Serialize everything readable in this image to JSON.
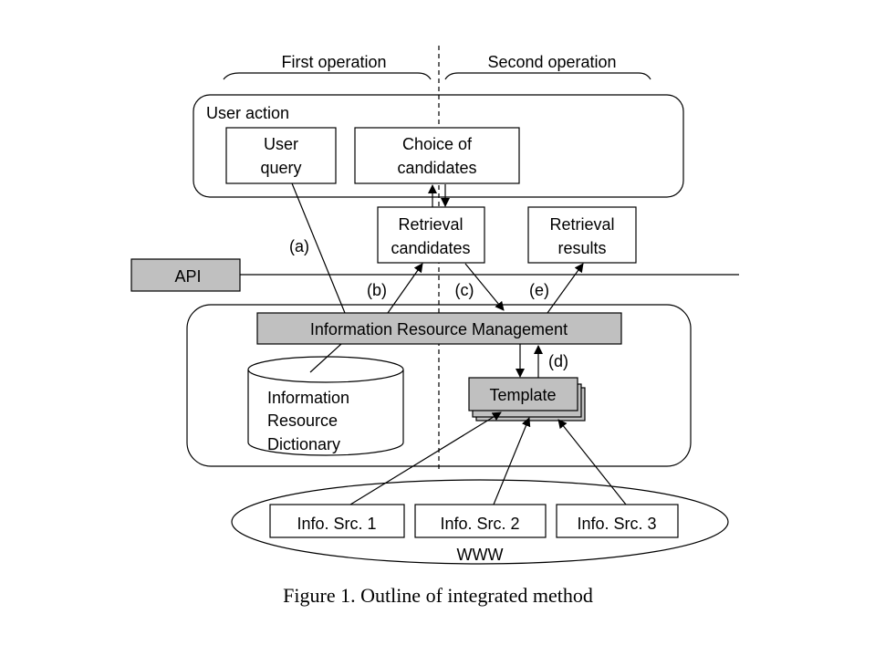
{
  "diagram": {
    "phases": {
      "first": "First operation",
      "second": "Second operation"
    },
    "user_action": {
      "label": "User action",
      "user_query": [
        "User",
        "query"
      ],
      "choice": [
        "Choice of",
        "candidates"
      ]
    },
    "retrieval_candidates": [
      "Retrieval",
      "candidates"
    ],
    "retrieval_results": [
      "Retrieval",
      "results"
    ],
    "api": "API",
    "edge_labels": {
      "a": "(a)",
      "b": "(b)",
      "c": "(c)",
      "d": "(d)",
      "e": "(e)"
    },
    "irm": "Information Resource Management",
    "dictionary": [
      "Information",
      "Resource",
      "Dictionary"
    ],
    "template": "Template",
    "sources": [
      "Info. Src. 1",
      "Info. Src. 2",
      "Info. Src. 3"
    ],
    "www": "WWW",
    "caption": "Figure 1. Outline of integrated method"
  }
}
